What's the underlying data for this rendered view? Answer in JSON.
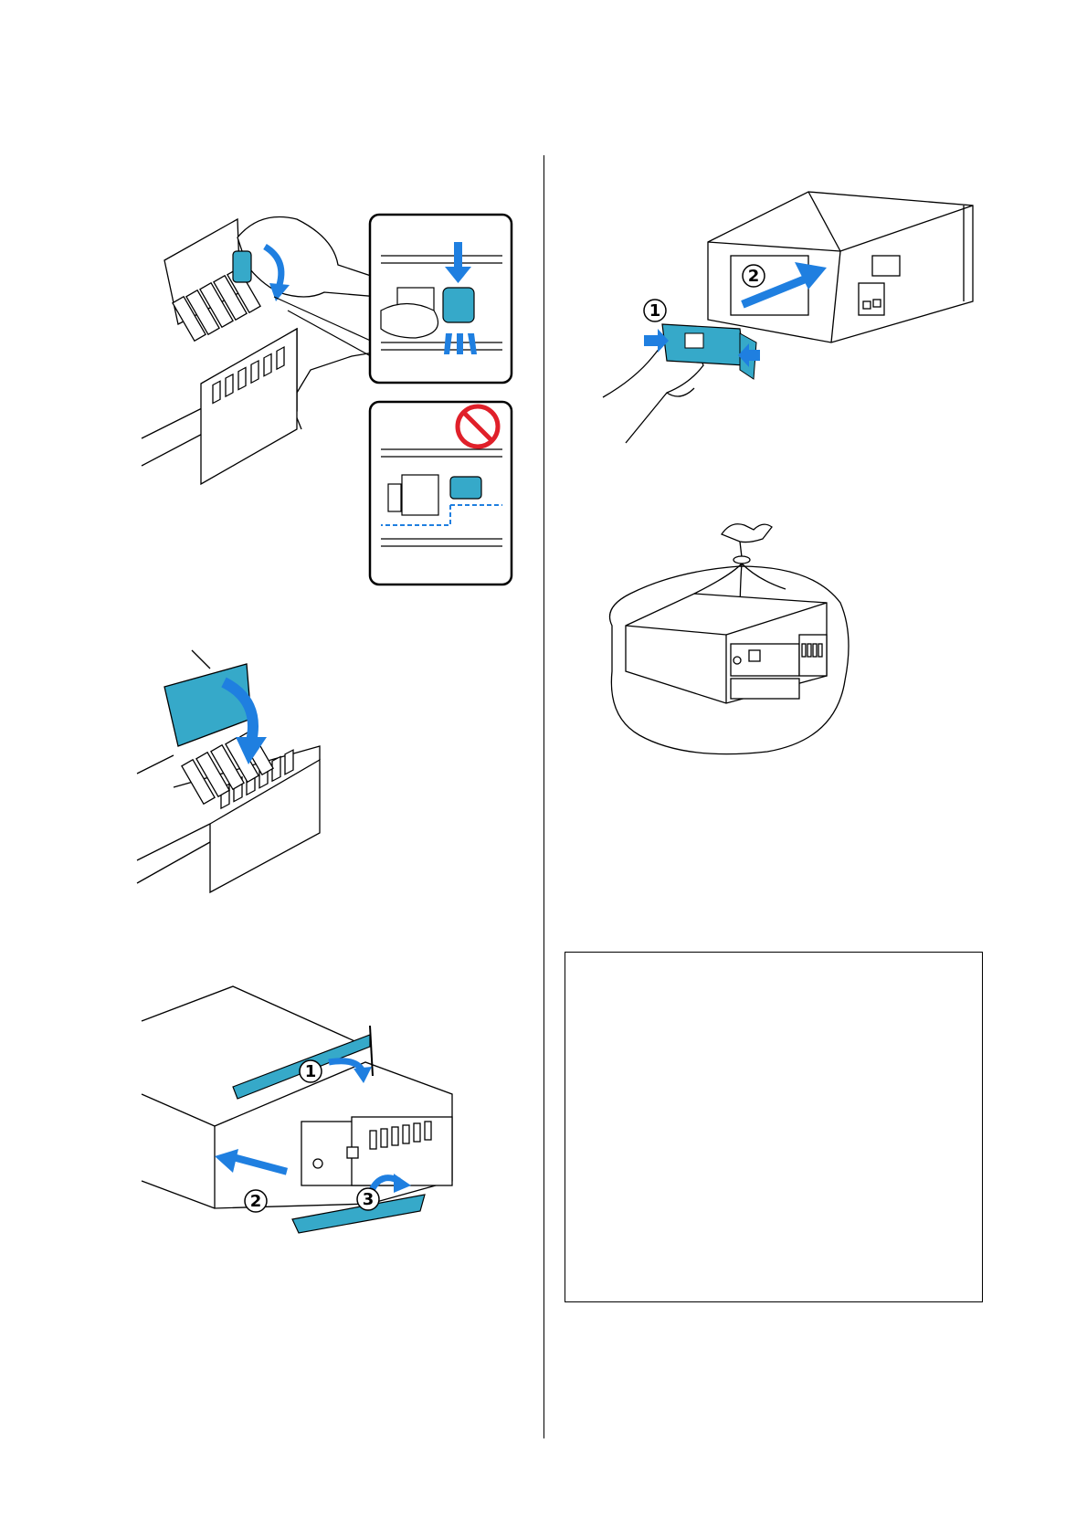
{
  "page": {
    "accent_color": "#36a9c9",
    "arrow_color": "#1f7fe0",
    "line_color": "#000000",
    "prohibited_color": "#e0202a"
  },
  "figures": [
    {
      "id": "fig-lock-ink-valve",
      "icons": [
        "hand-icon",
        "arrow-down-icon",
        "prohibited-icon"
      ]
    },
    {
      "id": "fig-close-tank-cover",
      "icons": [
        "arrow-curved-icon"
      ]
    },
    {
      "id": "fig-close-scanner-and-tray",
      "callouts": [
        "①",
        "②",
        "③"
      ]
    },
    {
      "id": "fig-attach-transport-lock",
      "callouts": [
        "①",
        "②"
      ]
    },
    {
      "id": "fig-printer-in-plastic-bag",
      "icons": [
        "plastic-bag-icon"
      ]
    }
  ],
  "note_box": {
    "text": ""
  }
}
